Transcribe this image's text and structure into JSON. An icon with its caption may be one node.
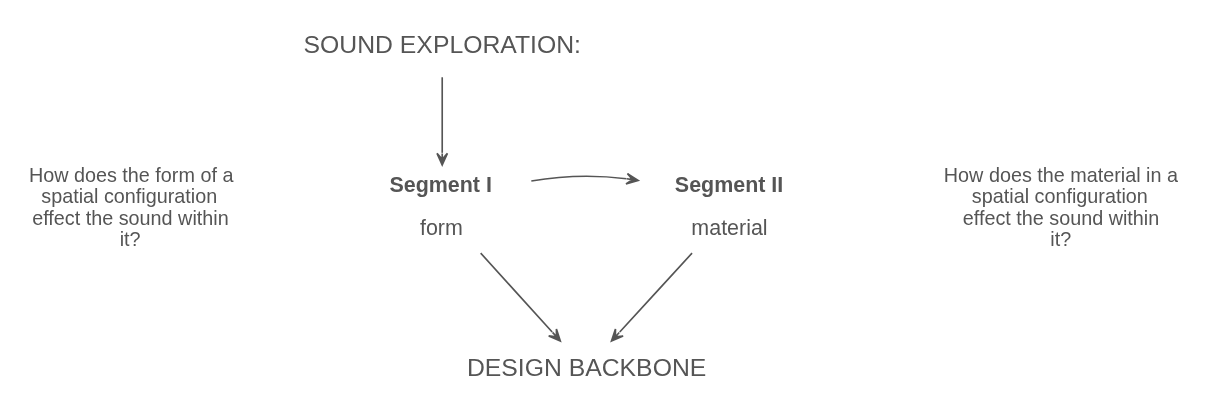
{
  "diagram": {
    "nodes": [
      {
        "text": [
          "SOUND EXPLORATION:"
        ]
      },
      {
        "text": [
          "Segment I",
          "form"
        ]
      },
      {
        "text": [
          "Segment II",
          "material"
        ]
      },
      {
        "text": [
          "DESIGN BACKBONE"
        ]
      }
    ],
    "edges": [
      {
        "from": 0,
        "to": 1,
        "arrow": "to"
      },
      {
        "from": 1,
        "to": 2,
        "arrow": "to"
      },
      {
        "from": 1,
        "to": 3,
        "arrow": "to"
      },
      {
        "from": 2,
        "to": 3,
        "arrow": "to"
      }
    ],
    "labels": [
      "How does the form of a spatial configuration effect the sound within it?",
      "How does the material in a spatial configuration effect the sound within it?"
    ]
  }
}
